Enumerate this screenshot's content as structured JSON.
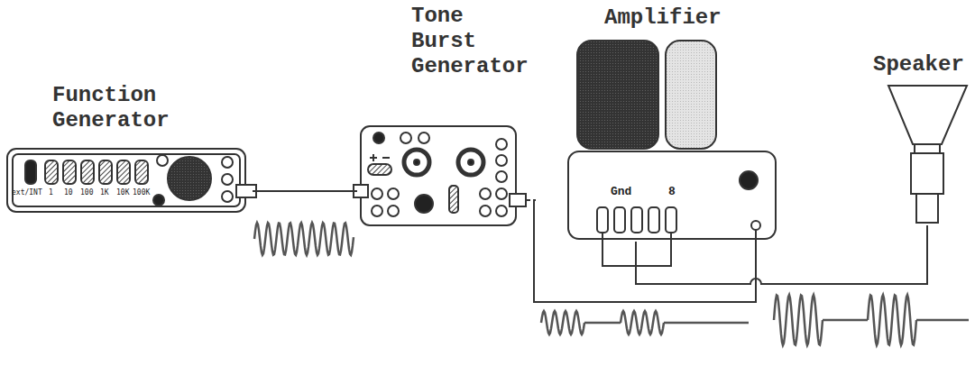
{
  "diagram": {
    "nodes": [
      {
        "text": [
          "Function Generator"
        ]
      },
      {
        "text": [
          "Tone Burst Generator"
        ]
      },
      {
        "text": [
          "Amplifier",
          "Gnd",
          "8"
        ]
      },
      {
        "text": [
          "Speaker"
        ]
      }
    ],
    "edges": [
      {
        "from": 0,
        "to": 1,
        "arrow": "none"
      },
      {
        "from": 1,
        "to": 2,
        "arrow": "none"
      },
      {
        "from": 2,
        "to": 3,
        "arrow": "none"
      }
    ],
    "labels": [
      "ext/INT",
      "1",
      "10",
      "100",
      "1K",
      "10K",
      "100K"
    ]
  }
}
